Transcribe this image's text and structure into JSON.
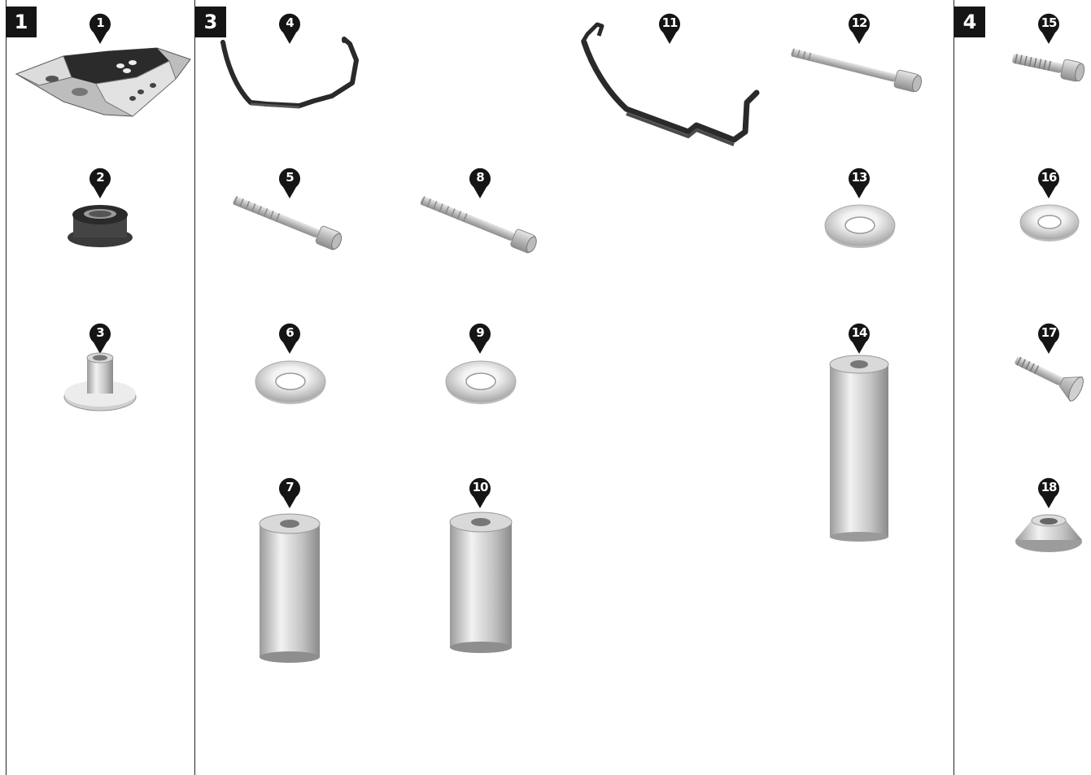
{
  "sections": [
    {
      "label": "1"
    },
    {
      "label": "3"
    },
    {
      "label": "4"
    }
  ],
  "parts": [
    {
      "number": "1",
      "icon": "skid-plate-icon"
    },
    {
      "number": "2",
      "icon": "rubber-grommet-icon"
    },
    {
      "number": "3",
      "icon": "flanged-bushing-icon"
    },
    {
      "number": "4",
      "icon": "bracket-icon"
    },
    {
      "number": "5",
      "icon": "hex-socket-bolt-icon"
    },
    {
      "number": "6",
      "icon": "washer-icon"
    },
    {
      "number": "7",
      "icon": "spacer-icon"
    },
    {
      "number": "8",
      "icon": "hex-socket-bolt-icon"
    },
    {
      "number": "9",
      "icon": "washer-icon"
    },
    {
      "number": "10",
      "icon": "spacer-icon"
    },
    {
      "number": "11",
      "icon": "bracket-icon"
    },
    {
      "number": "12",
      "icon": "long-bolt-icon"
    },
    {
      "number": "13",
      "icon": "washer-icon"
    },
    {
      "number": "14",
      "icon": "long-spacer-icon"
    },
    {
      "number": "15",
      "icon": "short-bolt-icon"
    },
    {
      "number": "16",
      "icon": "washer-icon"
    },
    {
      "number": "17",
      "icon": "countersunk-bolt-icon"
    },
    {
      "number": "18",
      "icon": "countersunk-washer-icon"
    }
  ],
  "colors": {
    "marker": "#151515",
    "metal": "#c9c9c9",
    "bracket": "#2a2a2a"
  }
}
